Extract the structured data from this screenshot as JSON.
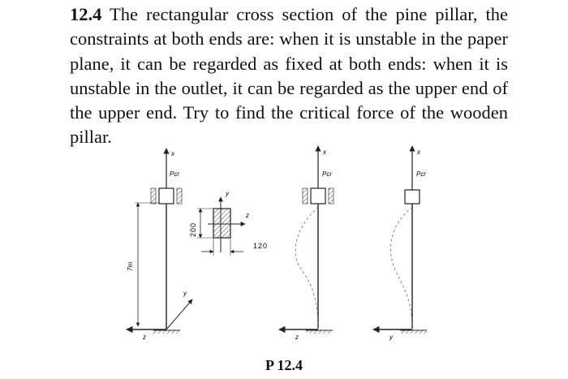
{
  "problem": {
    "number": "12.4",
    "text": " The rectangular cross section of the pine pillar, the constraints at both ends are: when it is unstable in the paper plane, it can be regarded as fixed at both ends: when it is unstable in the outlet, it can be regarded as the upper end of the upper end. Try to find the critical force of the wooden pillar."
  },
  "figure": {
    "label_x": "x",
    "label_y": "y",
    "label_z": "z",
    "label_pcr": "Pcr",
    "length_label": "7m",
    "dim_height": "200",
    "dim_width": "120",
    "caption": "P 12.4"
  }
}
